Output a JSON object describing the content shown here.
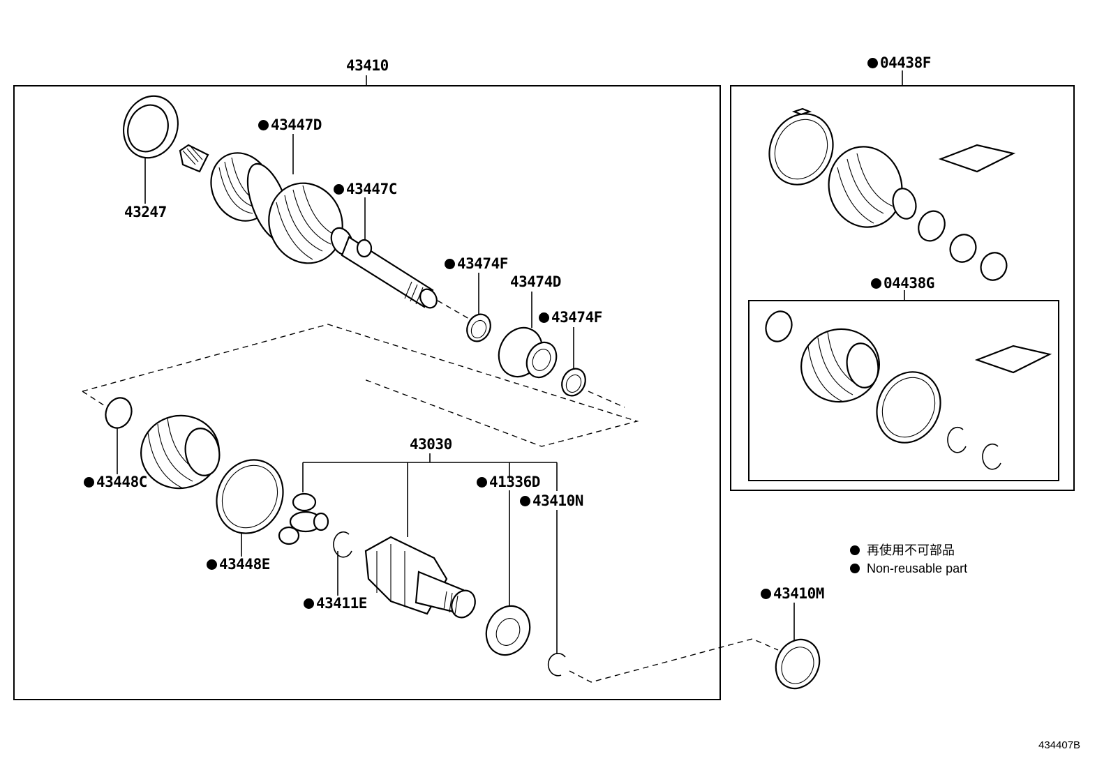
{
  "parts": {
    "p43410": "43410",
    "p04438F": "04438F",
    "p43447D": "43447D",
    "p43447C": "43447C",
    "p43247": "43247",
    "p43474F_a": "43474F",
    "p43474D": "43474D",
    "p43474F_b": "43474F",
    "p43030": "43030",
    "p43448C": "43448C",
    "p41336D": "41336D",
    "p43410N": "43410N",
    "p43448E": "43448E",
    "p43411E": "43411E",
    "p04438G": "04438G",
    "p43410M": "43410M"
  },
  "legend": {
    "line1": "再使用不可部品",
    "line2": "Non-reusable part"
  },
  "diagram_number": "434407B"
}
